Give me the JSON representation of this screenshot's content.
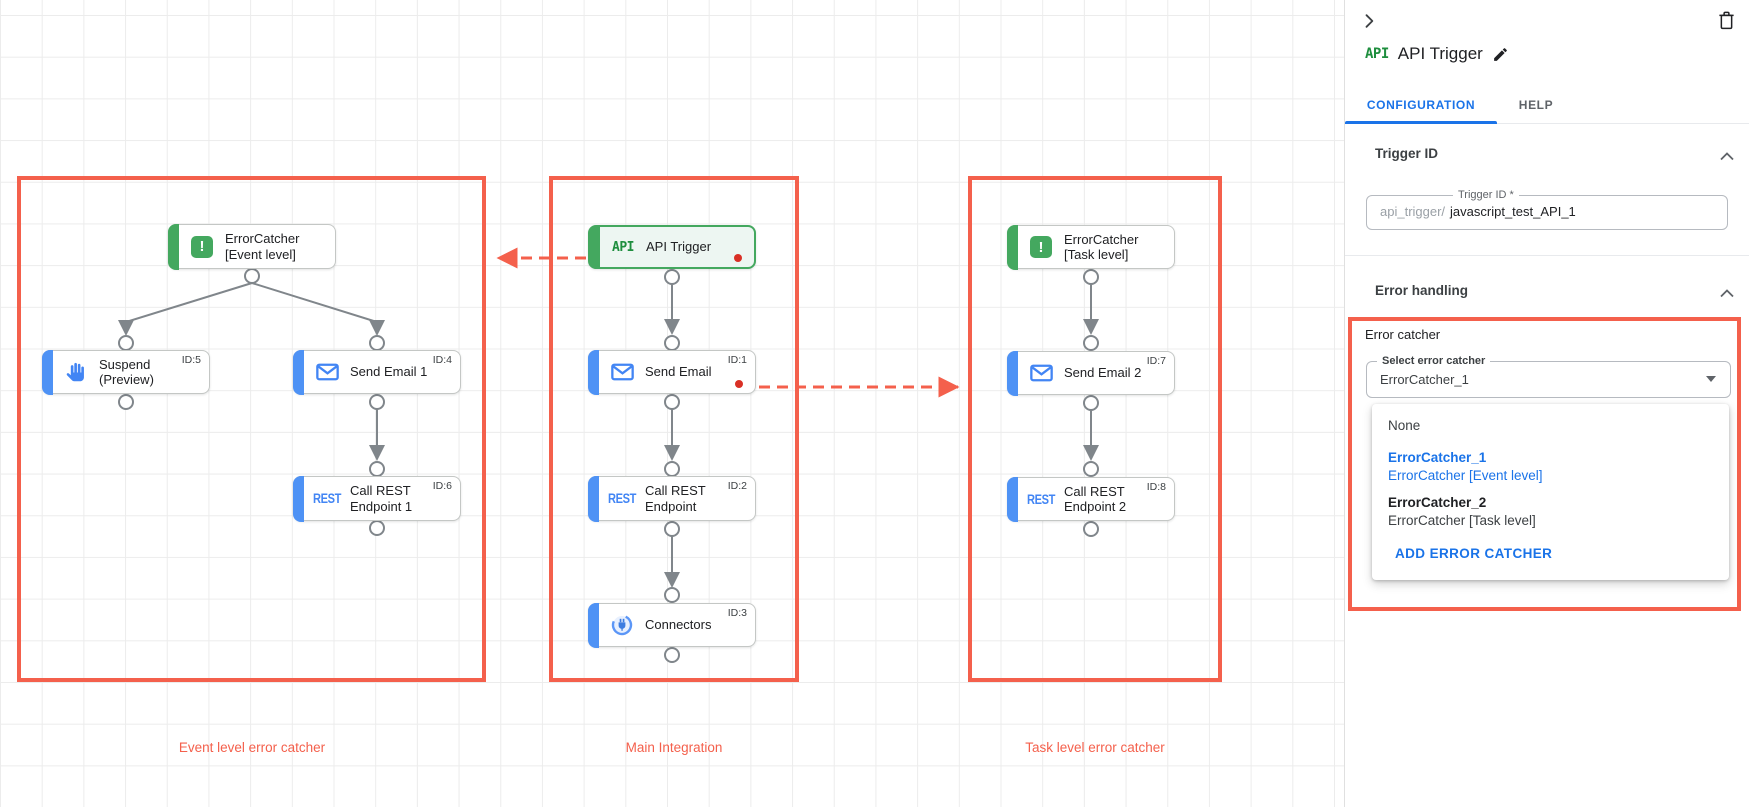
{
  "colors": {
    "annotation_red": "#F4604C",
    "accent_blue": "#4285F4",
    "accent_green": "#44A85F",
    "link_blue": "#1A73E8",
    "error_dot_red": "#D93025"
  },
  "canvas": {
    "icon_texts": {
      "api": "API",
      "rest": "REST"
    },
    "nodes": [
      {
        "key": "error-catcher-event",
        "label": "ErrorCatcher\n[Event level]",
        "icon": "error-catcher-icon",
        "badge": ""
      },
      {
        "key": "suspend",
        "label": "Suspend\n(Preview)",
        "icon": "hand-icon",
        "badge": "ID:5"
      },
      {
        "key": "send-email-1",
        "label": "Send Email 1",
        "icon": "mail-icon",
        "badge": "ID:4"
      },
      {
        "key": "call-rest-1",
        "label": "Call REST\nEndpoint 1",
        "icon": "rest-icon",
        "badge": "ID:6"
      },
      {
        "key": "api-trigger",
        "label": "API Trigger",
        "icon": "api-icon",
        "badge": ""
      },
      {
        "key": "send-email",
        "label": "Send Email",
        "icon": "mail-icon",
        "badge": "ID:1"
      },
      {
        "key": "call-rest",
        "label": "Call REST\nEndpoint",
        "icon": "rest-icon",
        "badge": "ID:2"
      },
      {
        "key": "connectors",
        "label": "Connectors",
        "icon": "connector-icon",
        "badge": "ID:3"
      },
      {
        "key": "error-catcher-task",
        "label": "ErrorCatcher\n[Task level]",
        "icon": "error-catcher-icon",
        "badge": ""
      },
      {
        "key": "send-email-2",
        "label": "Send Email 2",
        "icon": "mail-icon",
        "badge": "ID:7"
      },
      {
        "key": "call-rest-2",
        "label": "Call REST\nEndpoint 2",
        "icon": "rest-icon",
        "badge": "ID:8"
      }
    ],
    "region_labels": [
      "Event level error catcher",
      "Main Integration",
      "Task level error catcher"
    ]
  },
  "panel": {
    "title": "API Trigger",
    "title_icon_text": "API",
    "tabs": [
      {
        "label": "CONFIGURATION",
        "active": true
      },
      {
        "label": "HELP",
        "active": false
      }
    ],
    "trigger_id": {
      "heading": "Trigger ID",
      "field_label": "Trigger ID *",
      "prefix": "api_trigger/",
      "value": "javascript_test_API_1"
    },
    "error_handling": {
      "heading": "Error handling",
      "group_label": "Error catcher",
      "select_label": "Select error catcher",
      "select_value": "ErrorCatcher_1",
      "menu": {
        "none_label": "None",
        "options": [
          {
            "name": "ErrorCatcher_1",
            "detail": "ErrorCatcher [Event level]",
            "selected": true
          },
          {
            "name": "ErrorCatcher_2",
            "detail": "ErrorCatcher [Task level]",
            "selected": false
          }
        ],
        "action_label": "ADD ERROR CATCHER"
      }
    }
  }
}
